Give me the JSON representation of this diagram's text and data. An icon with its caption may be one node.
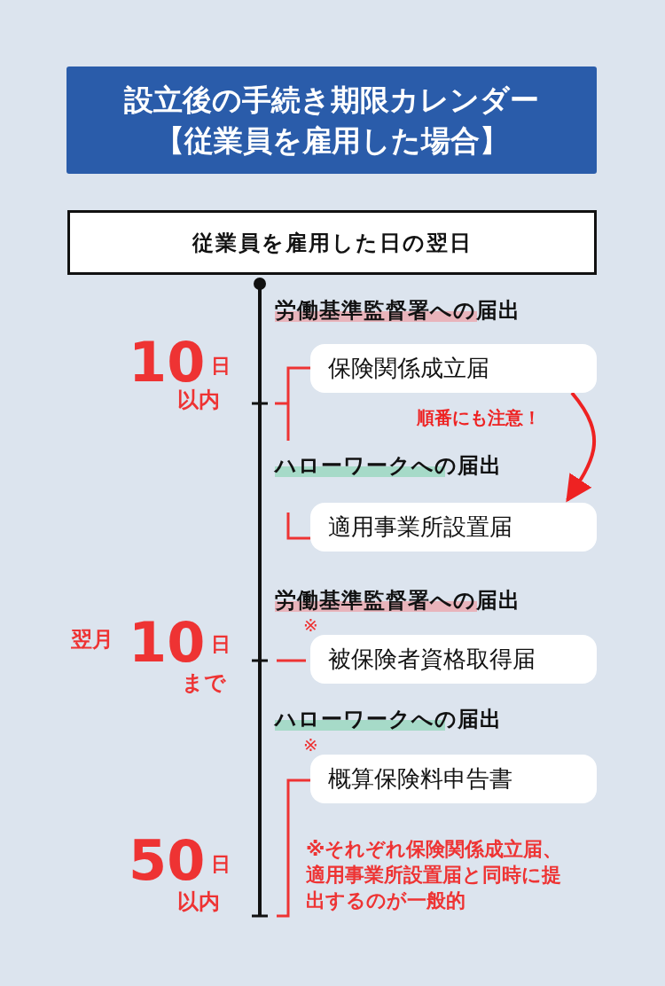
{
  "diagram": {
    "title": "設立後の手続き期限カレンダー【従業員を雇用した場合】",
    "nodes": [
      {
        "text": [
          "従業員を雇用した日の翌日"
        ]
      },
      {
        "text": [
          "保険関係成立届"
        ]
      },
      {
        "text": [
          "適用事業所設置届"
        ]
      },
      {
        "text": [
          "被保険者資格取得届"
        ],
        "beside": [
          "※"
        ]
      },
      {
        "text": [
          "概算保険料申告書"
        ],
        "beside": [
          "※"
        ]
      }
    ],
    "edges": [
      {
        "from": 1,
        "to": 2,
        "arrow": "to",
        "label": "順番にも注意！",
        "color": "#ee2222"
      }
    ],
    "labels": [
      "労働基準監督署への届出",
      "10",
      "日",
      "以内",
      "ハローワークへの届出",
      "労働基準監督署への届出",
      "翌月",
      "10",
      "日",
      "まで",
      "ハローワークへの届出",
      "50",
      "日",
      "※それぞれ保険関係成立届、適用事業所設置届と同時に提出するのが一般的",
      "以内"
    ]
  }
}
